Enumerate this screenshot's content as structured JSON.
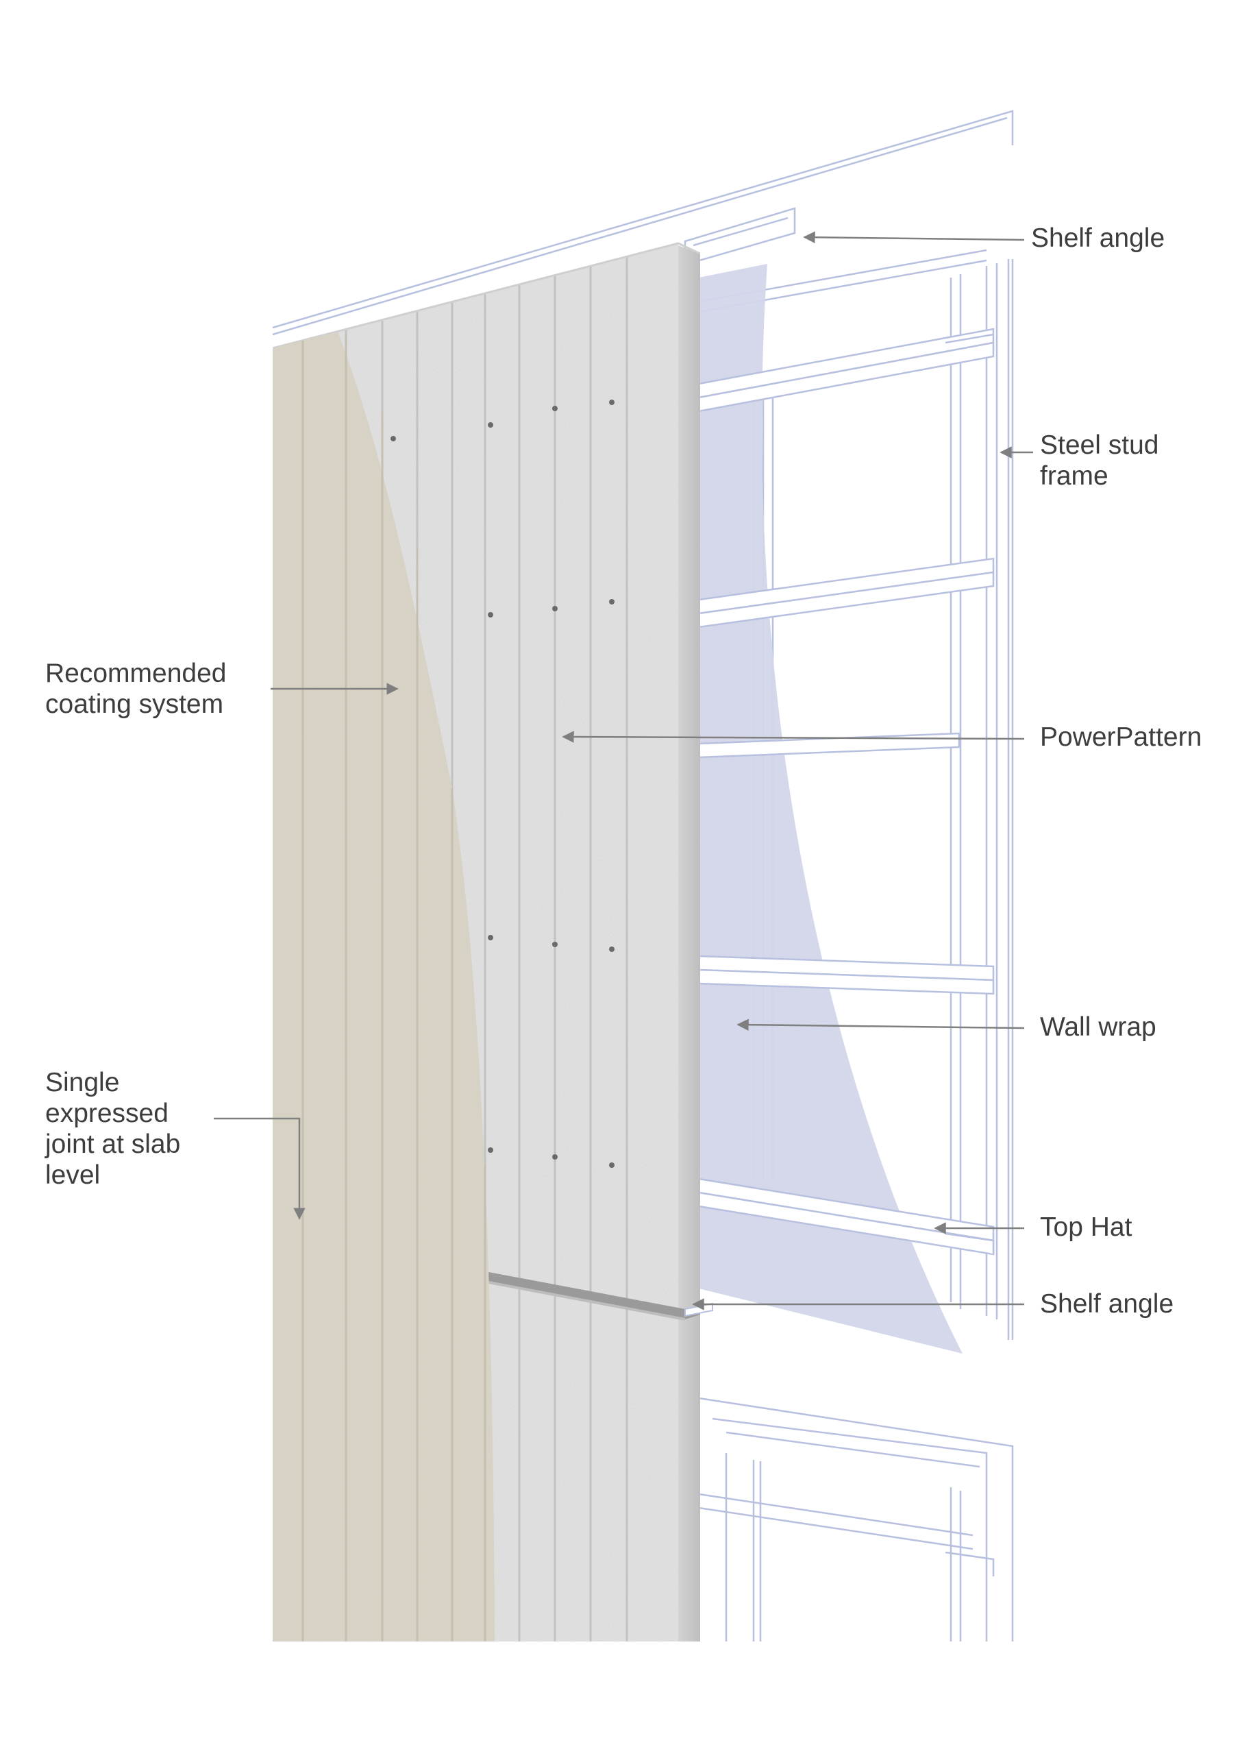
{
  "colors": {
    "outline": "#b8c0e0",
    "wrap": "#d3d6ea",
    "panel": "#e7e7e7",
    "panel_grain": "#cfcfcf",
    "coating": "#d9d4c5",
    "leader": "#7f7f7f",
    "text": "#3d3d3d"
  },
  "labels": {
    "shelf_angle_top": "Shelf angle",
    "steel_stud_frame": "Steel stud\nframe",
    "recommended_coating": "Recommended\ncoating system",
    "powerpattern": "PowerPattern",
    "wall_wrap": "Wall wrap",
    "single_joint": "Single\nexpressed\njoint at slab\nlevel",
    "top_hat": "Top Hat",
    "shelf_angle_bottom": "Shelf angle"
  }
}
